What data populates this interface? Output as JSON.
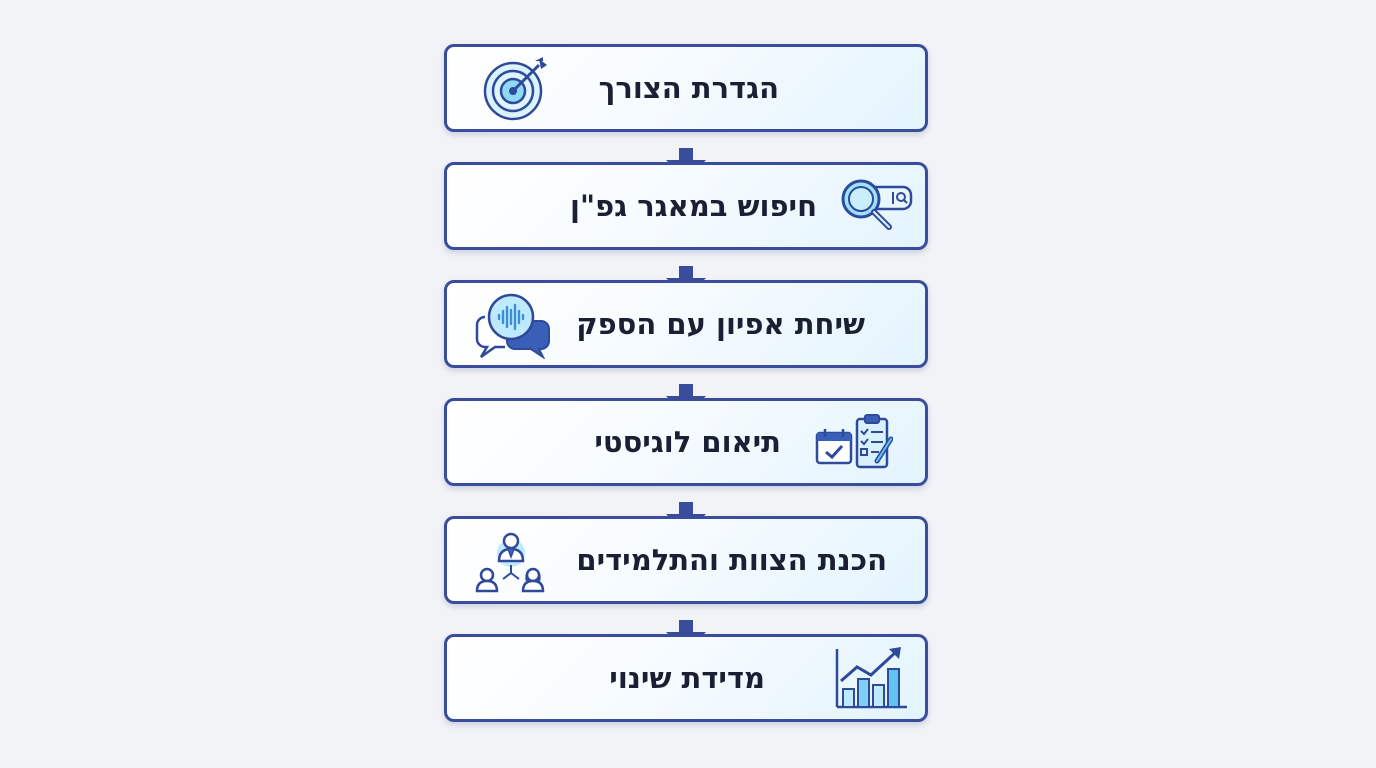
{
  "steps": [
    {
      "label": "הגדרת הצורך",
      "icon": "target-icon"
    },
    {
      "label": "חיפוש במאגר גפ\"ן",
      "icon": "search-icon"
    },
    {
      "label": "שיחת אפיון עם הספק",
      "icon": "chat-bubbles-icon"
    },
    {
      "label": "תיאום לוגיסטי",
      "icon": "calendar-clipboard-icon"
    },
    {
      "label": "הכנת הצוות והתלמידים",
      "icon": "team-icon"
    },
    {
      "label": "מדידת שינוי",
      "icon": "growth-chart-icon"
    }
  ],
  "colors": {
    "border": "#3a4d9c",
    "arrow": "#3a4d9c",
    "icon_stroke": "#2f4a9a",
    "icon_fill": "#5fc4f0",
    "text": "#1b1f33",
    "background": "#f2f3f7"
  }
}
